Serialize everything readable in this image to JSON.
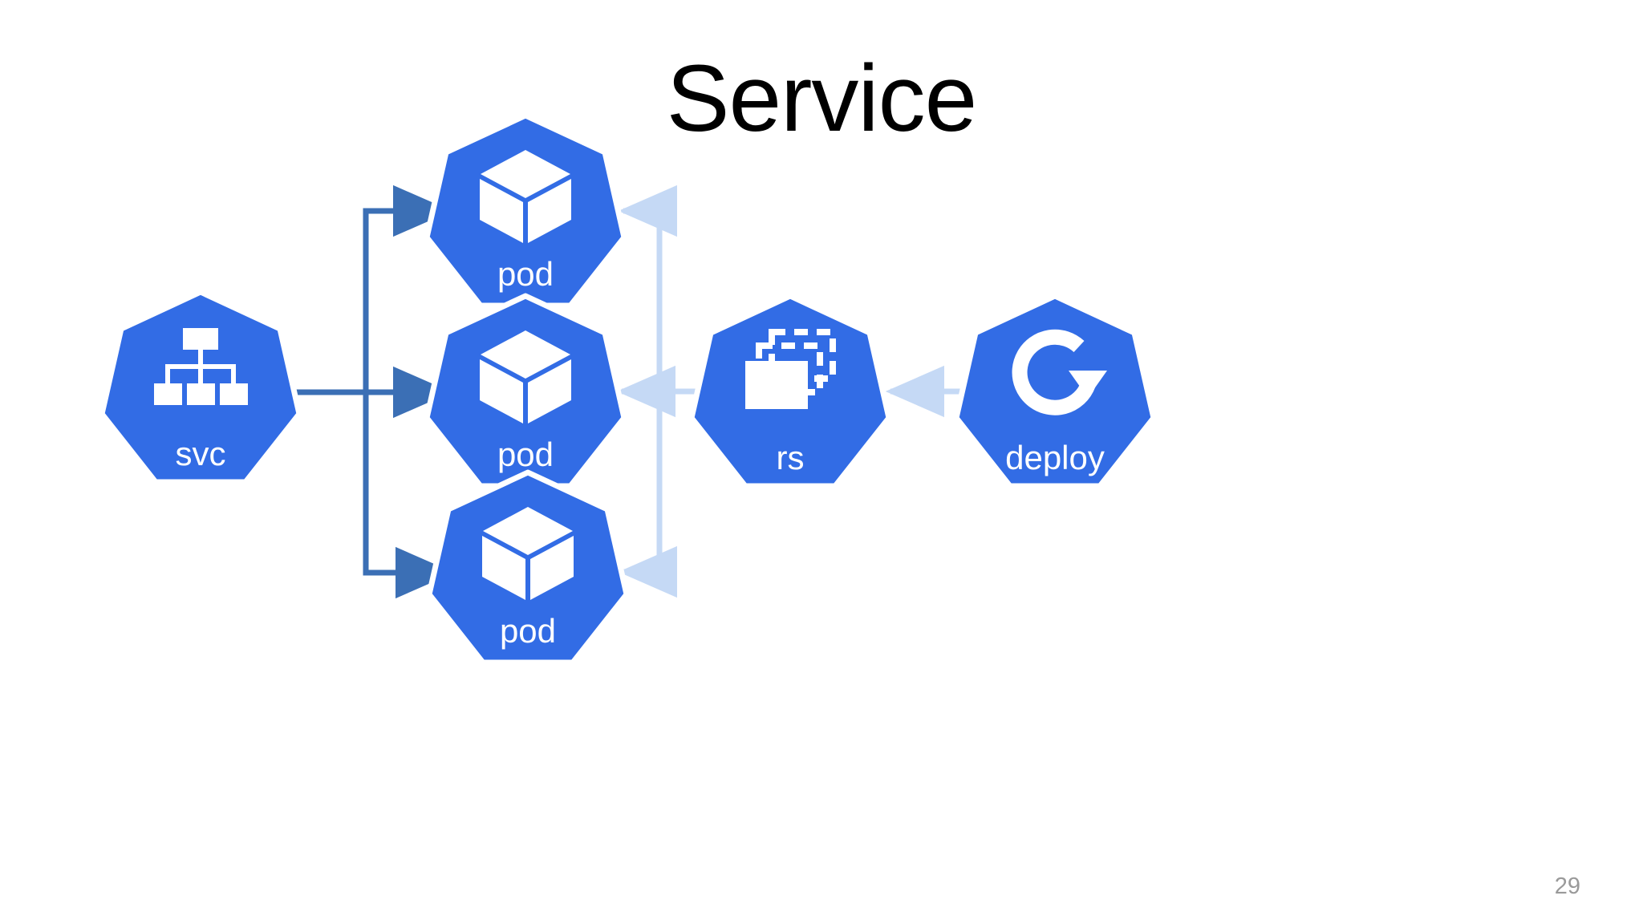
{
  "slide": {
    "title": "Service",
    "page_number": "29",
    "background_color": "#ffffff",
    "title_color": "#000000",
    "page_number_color": "#9a9a9a"
  },
  "palette": {
    "node_blue": "#326ce5",
    "node_outline_white": "#ffffff",
    "arrow_dark_blue": "#3b6fb5",
    "arrow_light_blue": "#c5d9f5",
    "icon_white": "#ffffff",
    "label_white": "#ffffff"
  },
  "nodes": [
    {
      "id": "svc",
      "label": "svc",
      "icon": "service-hierarchy-icon",
      "shape": "heptagon",
      "color": "#326ce5"
    },
    {
      "id": "pod-1",
      "label": "pod",
      "icon": "pod-cube-icon",
      "shape": "heptagon",
      "color": "#326ce5"
    },
    {
      "id": "pod-2",
      "label": "pod",
      "icon": "pod-cube-icon",
      "shape": "heptagon",
      "color": "#326ce5"
    },
    {
      "id": "pod-3",
      "label": "pod",
      "icon": "pod-cube-icon",
      "shape": "heptagon",
      "color": "#326ce5"
    },
    {
      "id": "rs",
      "label": "rs",
      "icon": "replicaset-stack-icon",
      "shape": "heptagon",
      "color": "#326ce5"
    },
    {
      "id": "deploy",
      "label": "deploy",
      "icon": "deployment-rotate-arrow-icon",
      "shape": "heptagon",
      "color": "#326ce5"
    }
  ],
  "connections": [
    {
      "from": "svc",
      "to": "pod-1",
      "style": "dark-blue-elbow-arrow"
    },
    {
      "from": "svc",
      "to": "pod-2",
      "style": "dark-blue-straight-arrow"
    },
    {
      "from": "svc",
      "to": "pod-3",
      "style": "dark-blue-elbow-arrow"
    },
    {
      "from": "rs",
      "to": "pod-1",
      "style": "light-blue-elbow-arrow"
    },
    {
      "from": "rs",
      "to": "pod-2",
      "style": "light-blue-straight-arrow"
    },
    {
      "from": "rs",
      "to": "pod-3",
      "style": "light-blue-elbow-arrow"
    },
    {
      "from": "deploy",
      "to": "rs",
      "style": "light-blue-straight-arrow"
    }
  ]
}
